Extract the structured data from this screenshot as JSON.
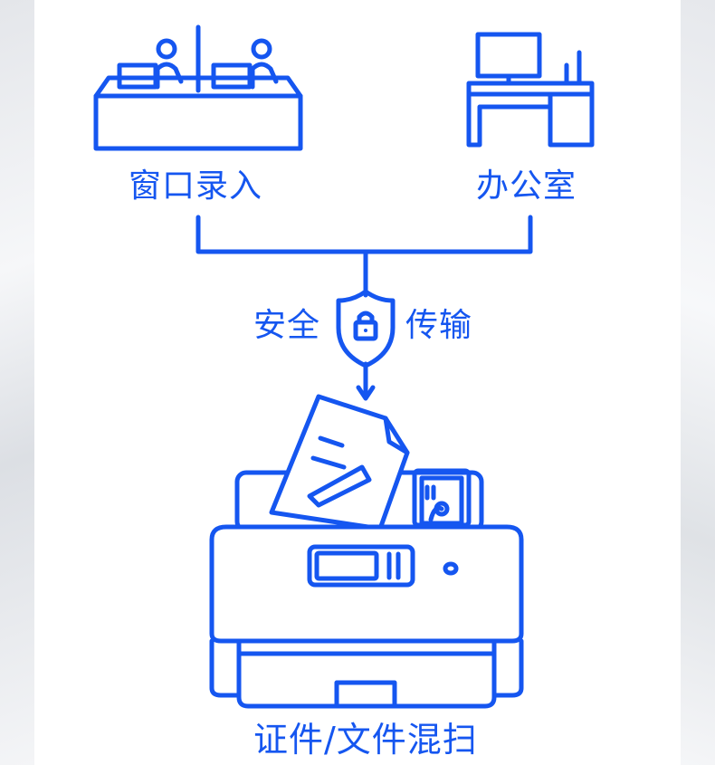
{
  "labels": {
    "window_entry": "窗口录入",
    "office": "办公室",
    "secure": "安全",
    "transfer": "传输",
    "mixed_scan": "证件/文件混扫"
  },
  "colors": {
    "primary_blue": "#1556f0",
    "light_blue_fill": "#ffffff",
    "background": "#ffffff"
  },
  "icons": {
    "window_desk": "service-counter-icon",
    "office": "office-desk-icon",
    "shield": "shield-lock-icon",
    "scanner": "scanner-icon",
    "document": "document-icon",
    "id_card": "id-card-icon"
  }
}
